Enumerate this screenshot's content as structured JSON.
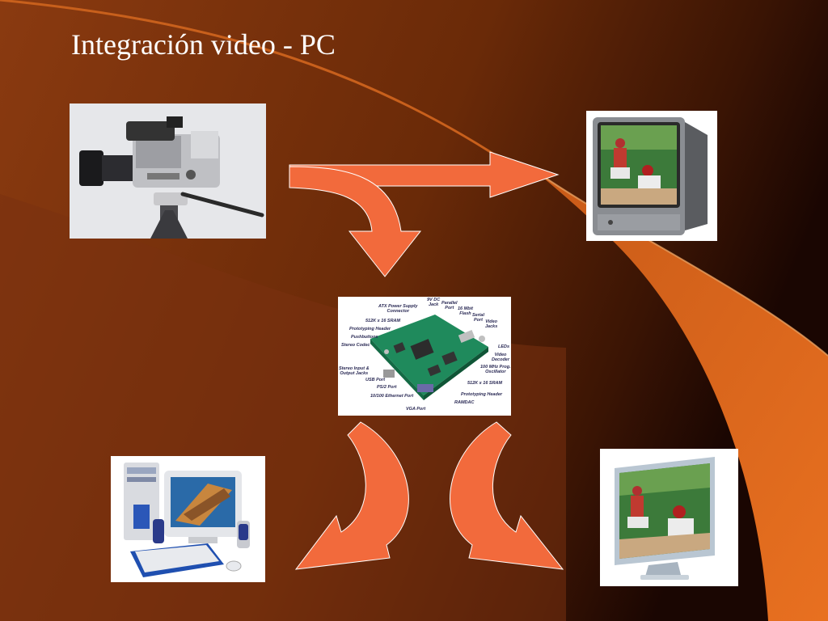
{
  "slide": {
    "title": "Integración video - PC"
  },
  "board": {
    "labels": [
      "9V DC\nJack",
      "Parallel\nPort",
      "ATX Power Supply\nConnector",
      "16 Mbit\nFlash",
      "Serial\nPort",
      "512K x 16 SRAM",
      "Video\nJacks",
      "Prototyping Header",
      "Pushbuttons",
      "Stereo Codec",
      "LEDs",
      "Video\nDecoder",
      "100 MHz Prog.\nOscillator",
      "Stereo Input &\nOutput Jacks",
      "USB Port",
      "512K x 16 SRAM",
      "PS/2 Port",
      "Prototyping Header",
      "10/100 Ethernet Port",
      "RAMDAC",
      "VGA Port"
    ]
  },
  "colors": {
    "background_dark": "#3a1404",
    "background_rust": "#8a3a10",
    "accent_orange": "#e0661e",
    "arrow_fill": "#f26a3c",
    "arrow_stroke": "#ffffff",
    "title_color": "#ffffff"
  },
  "icons": {
    "camera": "video-camera-icon",
    "tv_crt": "crt-tv-icon",
    "board": "circuit-board-icon",
    "computer": "desktop-computer-icon",
    "tv_flat": "flat-tv-icon"
  }
}
